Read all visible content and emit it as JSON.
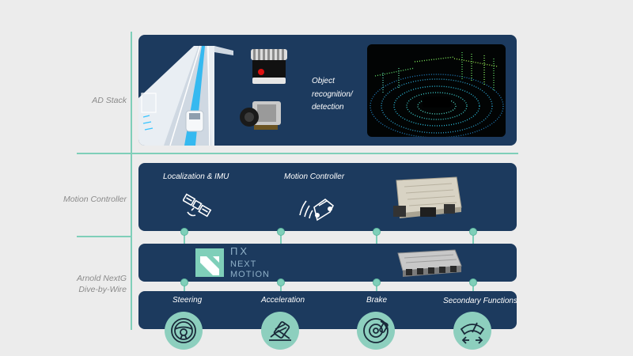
{
  "rows": {
    "ad_stack": "AD Stack",
    "motion_controller": "Motion Controller",
    "arnold_line1": "Arnold NextG",
    "arnold_line2": "Dive-by-Wire"
  },
  "ad_panel": {
    "label_line1": "Object",
    "label_line2": "recognition/",
    "label_line3": "detection"
  },
  "motion_panel": {
    "localization": "Localization & IMU",
    "motion_controller": "Motion Controller"
  },
  "nextmotion": {
    "logo_mark": "ΠX",
    "word1": "NEXT",
    "word2": "MOTION"
  },
  "functions": {
    "steering": "Steering",
    "acceleration": "Acceleration",
    "brake": "Brake",
    "secondary": "Secondary Functions"
  },
  "colors": {
    "panel": "#1c3a5e",
    "accent": "#7fcfb9",
    "background": "#ececec"
  },
  "icons": [
    "satellite-icon",
    "car-sensor-icon",
    "steering-wheel-icon",
    "pedal-icon",
    "brake-disc-icon",
    "wiper-icon"
  ]
}
